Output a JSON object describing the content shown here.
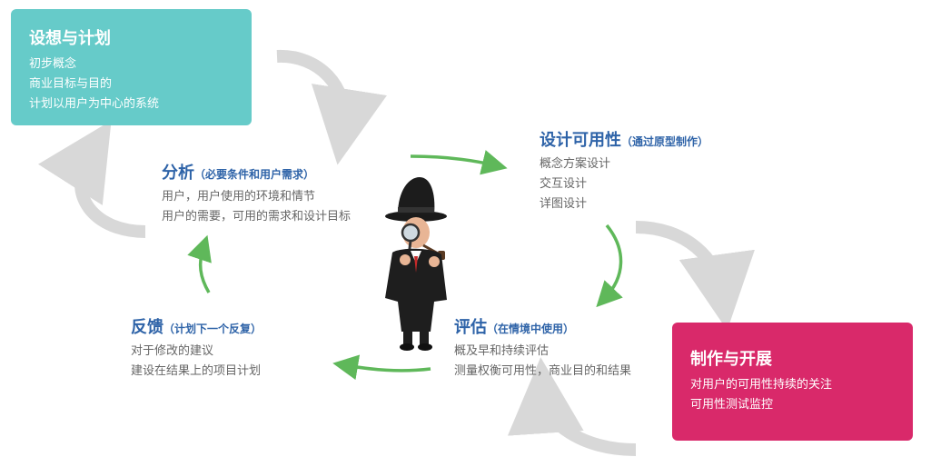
{
  "colors": {
    "teal": "#66cbc9",
    "pink": "#d9296a",
    "title_blue": "#2e63a8",
    "green": "#5fb85a",
    "gray_arrow": "#d8d8d8",
    "text_gray": "#666666"
  },
  "plan_box": {
    "title": "设想与计划",
    "lines": [
      "初步概念",
      "商业目标与目的",
      "计划以用户为中心的系统"
    ]
  },
  "develop_box": {
    "title": "制作与开展",
    "lines": [
      "对用户的可用性持续的关注",
      "可用性测试监控"
    ]
  },
  "analysis": {
    "title": "分析",
    "subtitle": "（必要条件和用户需求）",
    "lines": [
      "用户，用户使用的环境和情节",
      "用户的需要，可用的需求和设计目标"
    ]
  },
  "design": {
    "title": "设计可用性",
    "subtitle": "（通过原型制作）",
    "lines": [
      "概念方案设计",
      "交互设计",
      "详图设计"
    ]
  },
  "evaluation": {
    "title": "评估",
    "subtitle": "（在情境中使用）",
    "lines": [
      "概及早和持续评估",
      "测量权衡可用性，商业目的和结果"
    ]
  },
  "feedback": {
    "title": "反馈",
    "subtitle": "（计划下一个反复）",
    "lines": [
      "对于修改的建议",
      "建设在结果上的项目计划"
    ]
  },
  "icons": {
    "center_figure": "detective-with-magnifying-glass",
    "cycle_arrows": "arrow-icon"
  }
}
